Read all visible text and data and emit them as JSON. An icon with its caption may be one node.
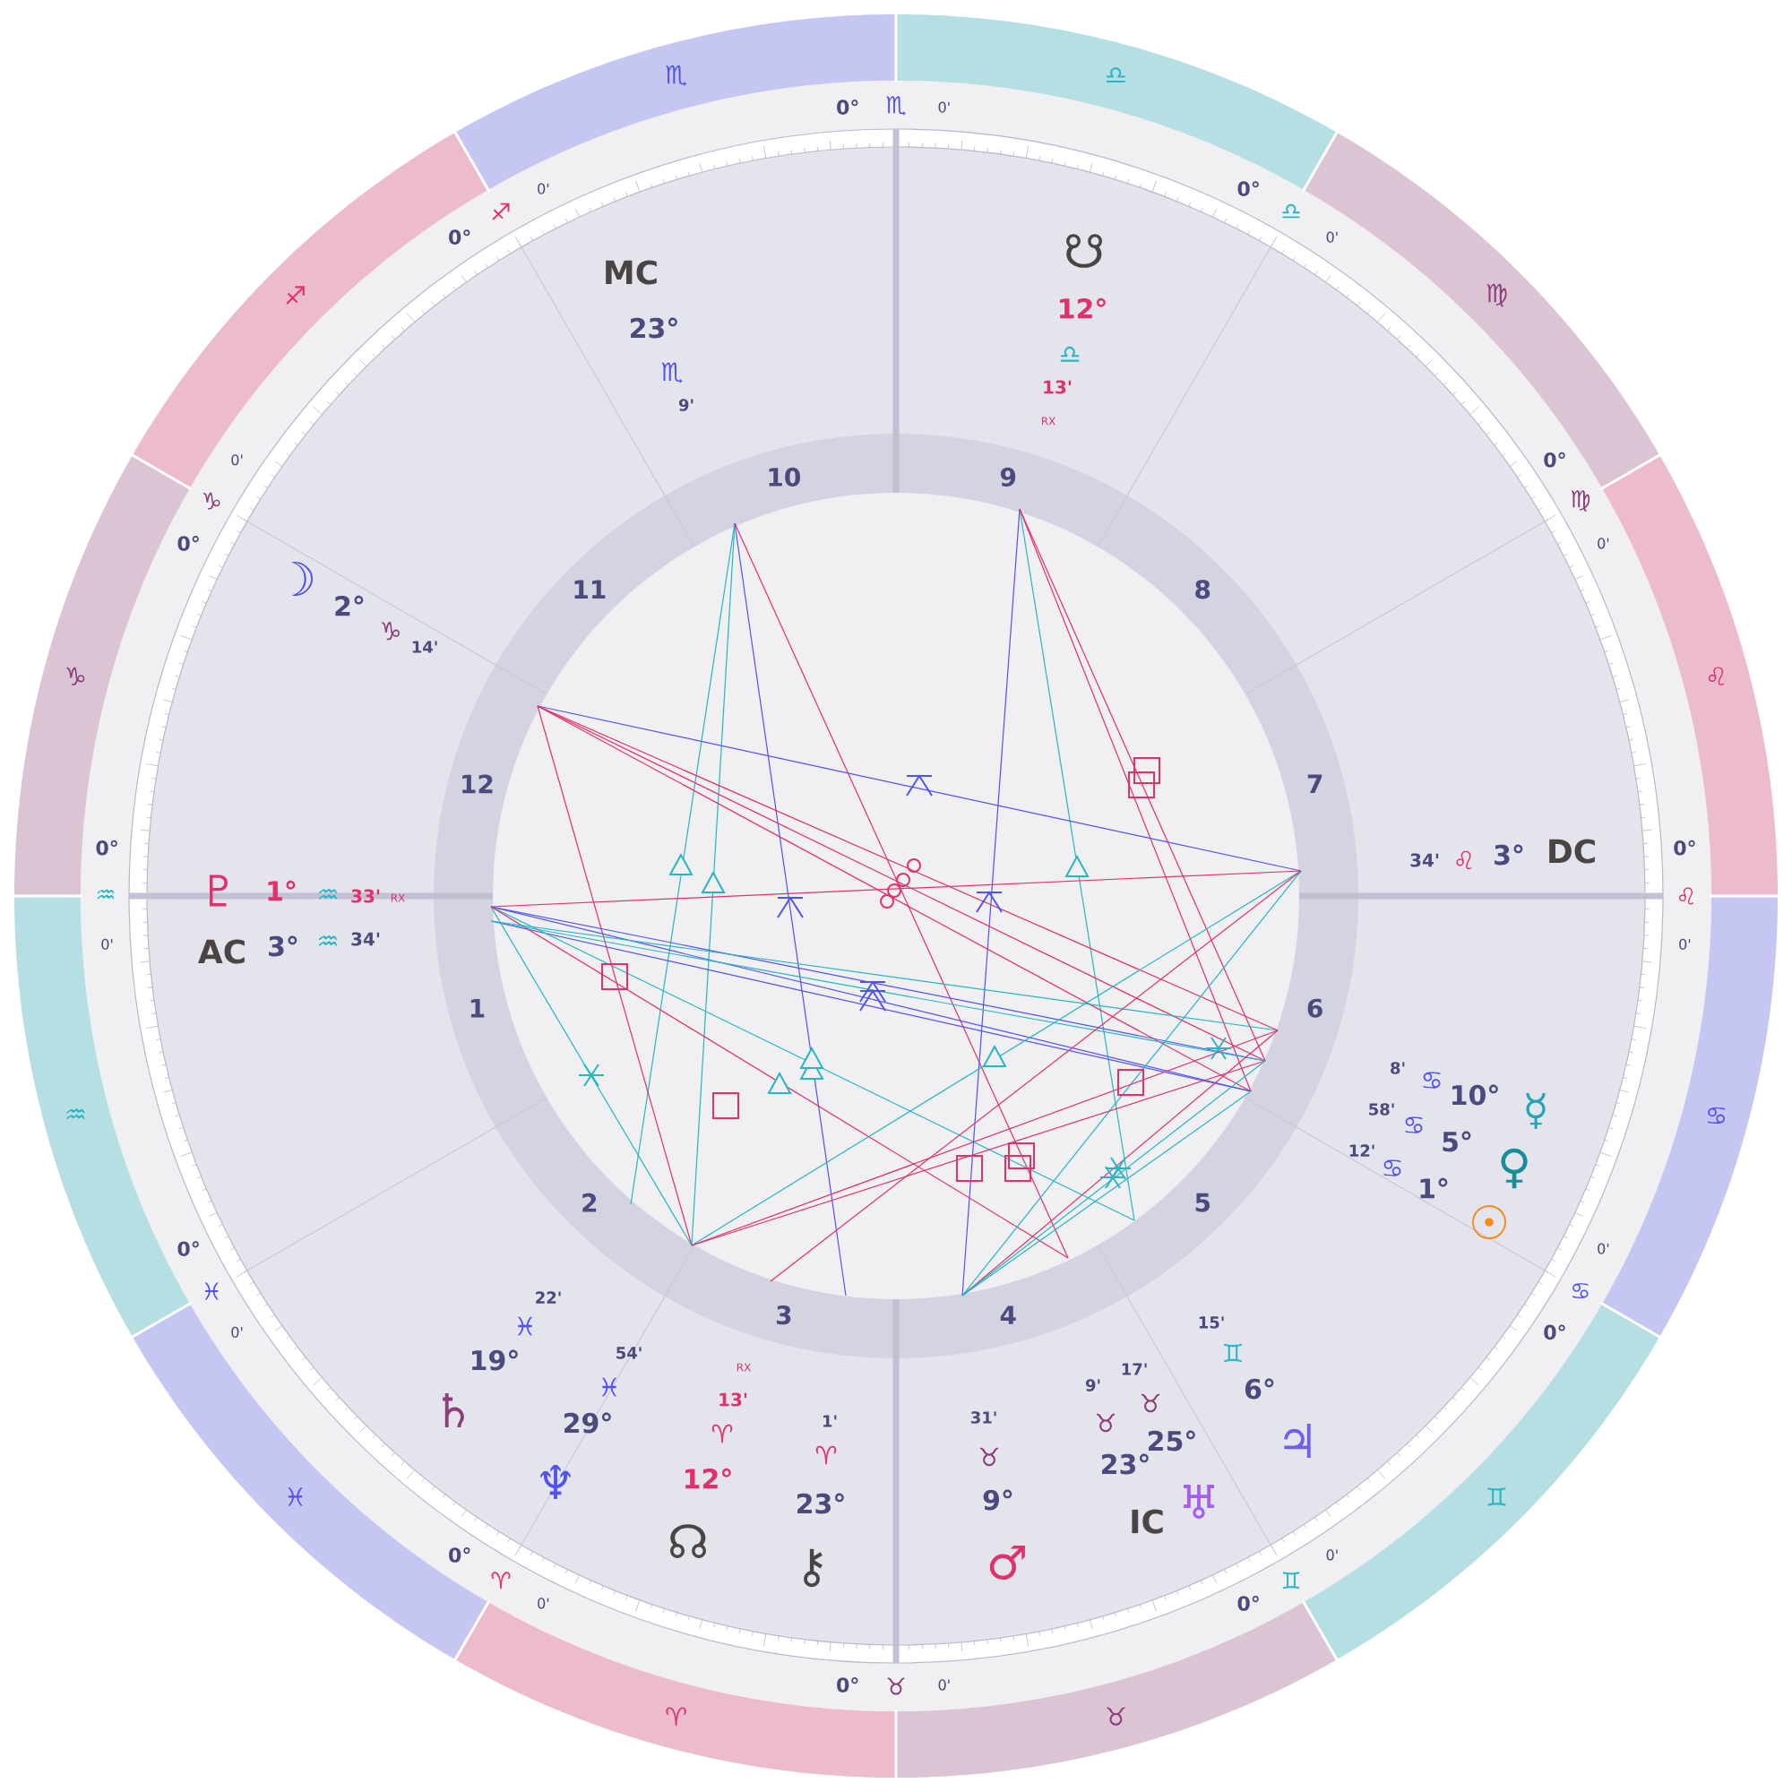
{
  "diagram": {
    "labels": [
      "♏",
      "♎",
      "♐",
      "♍",
      "♑",
      "♌",
      "♒",
      "♋",
      "♓",
      "♊",
      "♈",
      "♉",
      "0°",
      "♏",
      "0'",
      "0°",
      "♎",
      "0'",
      "0°",
      "♐",
      "0'",
      "0°",
      "♍",
      "0'",
      "0°",
      "♑",
      "0'",
      "0°",
      "♌",
      "0'",
      "0°",
      "♒",
      "0'",
      "0°",
      "♋",
      "0'",
      "0°",
      "♓",
      "0'",
      "0°",
      "♊",
      "0'",
      "0°",
      "♈",
      "0'",
      "0°",
      "♉",
      "0'",
      "10",
      "9",
      "11",
      "8",
      "12",
      "7",
      "1",
      "6",
      "2",
      "5",
      "3",
      "4",
      "MC",
      "23°",
      "♏",
      "9'",
      "☋",
      "12°",
      "♎",
      "13'",
      "RX",
      "☽",
      "2°",
      "♑",
      "14'",
      "♇",
      "1°",
      "♒",
      "33'",
      "RX",
      "AC",
      "3°",
      "♒",
      "34'",
      "34'",
      "♌",
      "3°",
      "DC",
      "8'",
      "♋",
      "10°",
      "☿",
      "58'",
      "♋",
      "5°",
      "♀",
      "12'",
      "♋",
      "1°",
      "☉",
      "22'",
      "♓",
      "19°",
      "♄",
      "15'",
      "♊",
      "6°",
      "♃",
      "54'",
      "♓",
      "29°",
      "♆",
      "RX",
      "13'",
      "♈",
      "12°",
      "☊",
      "17'",
      "9'",
      "♉",
      "♉",
      "25°",
      "23°",
      "♅",
      "IC",
      "31'",
      "♉",
      "9°",
      "♂",
      "1'",
      "♈",
      "23°",
      "⚷"
    ]
  }
}
